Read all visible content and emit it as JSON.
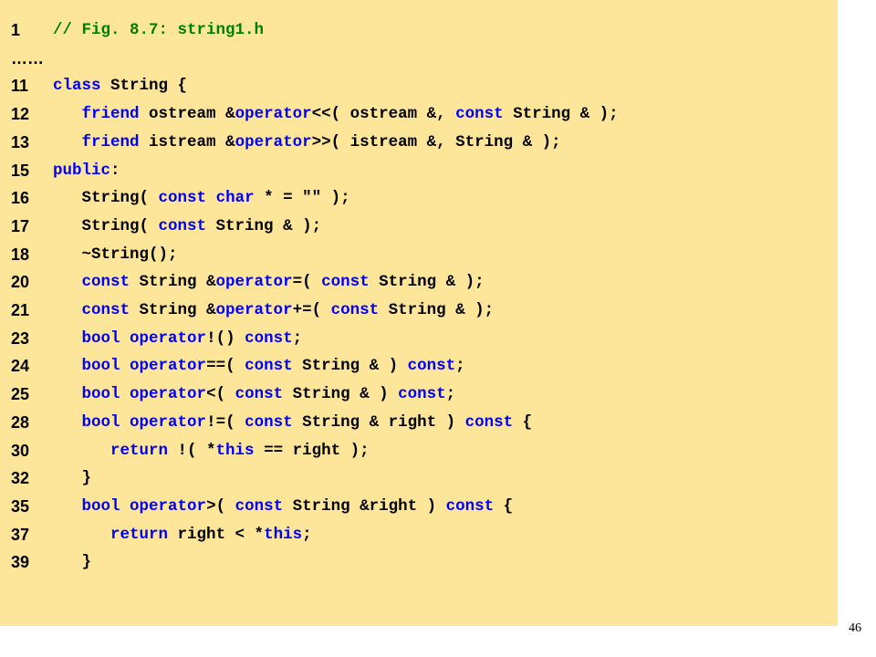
{
  "lines": [
    {
      "num": "1",
      "tokens": [
        {
          "t": "// Fig. 8.7: string1.h",
          "c": "comment"
        }
      ]
    },
    {
      "num": "……",
      "tokens": []
    },
    {
      "num": "11",
      "tokens": [
        {
          "t": "class",
          "c": "keyword"
        },
        {
          "t": " String {",
          "c": "plain"
        }
      ]
    },
    {
      "num": "12",
      "tokens": [
        {
          "t": "   ",
          "c": "plain"
        },
        {
          "t": "friend",
          "c": "keyword"
        },
        {
          "t": " ostream &",
          "c": "plain"
        },
        {
          "t": "operator",
          "c": "keyword"
        },
        {
          "t": "<<( ostream &, ",
          "c": "plain"
        },
        {
          "t": "const",
          "c": "keyword"
        },
        {
          "t": " String & );",
          "c": "plain"
        }
      ]
    },
    {
      "num": "13",
      "tokens": [
        {
          "t": "   ",
          "c": "plain"
        },
        {
          "t": "friend",
          "c": "keyword"
        },
        {
          "t": " istream &",
          "c": "plain"
        },
        {
          "t": "operator",
          "c": "keyword"
        },
        {
          "t": ">>( istream &, String & );",
          "c": "plain"
        }
      ]
    },
    {
      "num": "15",
      "tokens": [
        {
          "t": "public",
          "c": "keyword"
        },
        {
          "t": ":",
          "c": "plain"
        }
      ]
    },
    {
      "num": "16",
      "tokens": [
        {
          "t": "   String( ",
          "c": "plain"
        },
        {
          "t": "const",
          "c": "keyword"
        },
        {
          "t": " ",
          "c": "plain"
        },
        {
          "t": "char",
          "c": "keyword"
        },
        {
          "t": " * = \"\" );",
          "c": "plain"
        }
      ]
    },
    {
      "num": "17",
      "tokens": [
        {
          "t": "   String( ",
          "c": "plain"
        },
        {
          "t": "const",
          "c": "keyword"
        },
        {
          "t": " String & );",
          "c": "plain"
        }
      ]
    },
    {
      "num": "18",
      "tokens": [
        {
          "t": "   ~String();",
          "c": "plain"
        }
      ]
    },
    {
      "num": "20",
      "tokens": [
        {
          "t": "   ",
          "c": "plain"
        },
        {
          "t": "const",
          "c": "keyword"
        },
        {
          "t": " String &",
          "c": "plain"
        },
        {
          "t": "operator",
          "c": "keyword"
        },
        {
          "t": "=( ",
          "c": "plain"
        },
        {
          "t": "const",
          "c": "keyword"
        },
        {
          "t": " String & );",
          "c": "plain"
        }
      ]
    },
    {
      "num": "21",
      "tokens": [
        {
          "t": "   ",
          "c": "plain"
        },
        {
          "t": "const",
          "c": "keyword"
        },
        {
          "t": " String &",
          "c": "plain"
        },
        {
          "t": "operator",
          "c": "keyword"
        },
        {
          "t": "+=( ",
          "c": "plain"
        },
        {
          "t": "const",
          "c": "keyword"
        },
        {
          "t": " String & );",
          "c": "plain"
        }
      ]
    },
    {
      "num": "23",
      "tokens": [
        {
          "t": "   ",
          "c": "plain"
        },
        {
          "t": "bool",
          "c": "keyword"
        },
        {
          "t": " ",
          "c": "plain"
        },
        {
          "t": "operator",
          "c": "keyword"
        },
        {
          "t": "!() ",
          "c": "plain"
        },
        {
          "t": "const",
          "c": "keyword"
        },
        {
          "t": ";",
          "c": "plain"
        }
      ]
    },
    {
      "num": "24",
      "tokens": [
        {
          "t": "   ",
          "c": "plain"
        },
        {
          "t": "bool",
          "c": "keyword"
        },
        {
          "t": " ",
          "c": "plain"
        },
        {
          "t": "operator",
          "c": "keyword"
        },
        {
          "t": "==( ",
          "c": "plain"
        },
        {
          "t": "const",
          "c": "keyword"
        },
        {
          "t": " String & ) ",
          "c": "plain"
        },
        {
          "t": "const",
          "c": "keyword"
        },
        {
          "t": ";",
          "c": "plain"
        }
      ]
    },
    {
      "num": "25",
      "tokens": [
        {
          "t": "   ",
          "c": "plain"
        },
        {
          "t": "bool",
          "c": "keyword"
        },
        {
          "t": " ",
          "c": "plain"
        },
        {
          "t": "operator",
          "c": "keyword"
        },
        {
          "t": "<( ",
          "c": "plain"
        },
        {
          "t": "const",
          "c": "keyword"
        },
        {
          "t": " String & ) ",
          "c": "plain"
        },
        {
          "t": "const",
          "c": "keyword"
        },
        {
          "t": ";",
          "c": "plain"
        }
      ]
    },
    {
      "num": "28",
      "tokens": [
        {
          "t": "   ",
          "c": "plain"
        },
        {
          "t": "bool",
          "c": "keyword"
        },
        {
          "t": " ",
          "c": "plain"
        },
        {
          "t": "operator",
          "c": "keyword"
        },
        {
          "t": "!=( ",
          "c": "plain"
        },
        {
          "t": "const",
          "c": "keyword"
        },
        {
          "t": " String & right ) ",
          "c": "plain"
        },
        {
          "t": "const",
          "c": "keyword"
        },
        {
          "t": " {",
          "c": "plain"
        }
      ]
    },
    {
      "num": "30",
      "tokens": [
        {
          "t": "      ",
          "c": "plain"
        },
        {
          "t": "return",
          "c": "keyword"
        },
        {
          "t": " !( *",
          "c": "plain"
        },
        {
          "t": "this",
          "c": "keyword"
        },
        {
          "t": " == right );",
          "c": "plain"
        }
      ]
    },
    {
      "num": "32",
      "tokens": [
        {
          "t": "   }",
          "c": "plain"
        }
      ]
    },
    {
      "num": "35",
      "tokens": [
        {
          "t": "   ",
          "c": "plain"
        },
        {
          "t": "bool",
          "c": "keyword"
        },
        {
          "t": " ",
          "c": "plain"
        },
        {
          "t": "operator",
          "c": "keyword"
        },
        {
          "t": ">( ",
          "c": "plain"
        },
        {
          "t": "const",
          "c": "keyword"
        },
        {
          "t": " String &right ) ",
          "c": "plain"
        },
        {
          "t": "const",
          "c": "keyword"
        },
        {
          "t": " {",
          "c": "plain"
        }
      ]
    },
    {
      "num": "37",
      "tokens": [
        {
          "t": "      ",
          "c": "plain"
        },
        {
          "t": "return",
          "c": "keyword"
        },
        {
          "t": " right < *",
          "c": "plain"
        },
        {
          "t": "this",
          "c": "keyword"
        },
        {
          "t": ";",
          "c": "plain"
        }
      ]
    },
    {
      "num": "39",
      "tokens": [
        {
          "t": "   }",
          "c": "plain"
        }
      ]
    }
  ],
  "page_number": "46",
  "colors": {
    "background": "#fde699",
    "keyword": "#0000ff",
    "comment": "#008000",
    "plain": "#000000"
  }
}
